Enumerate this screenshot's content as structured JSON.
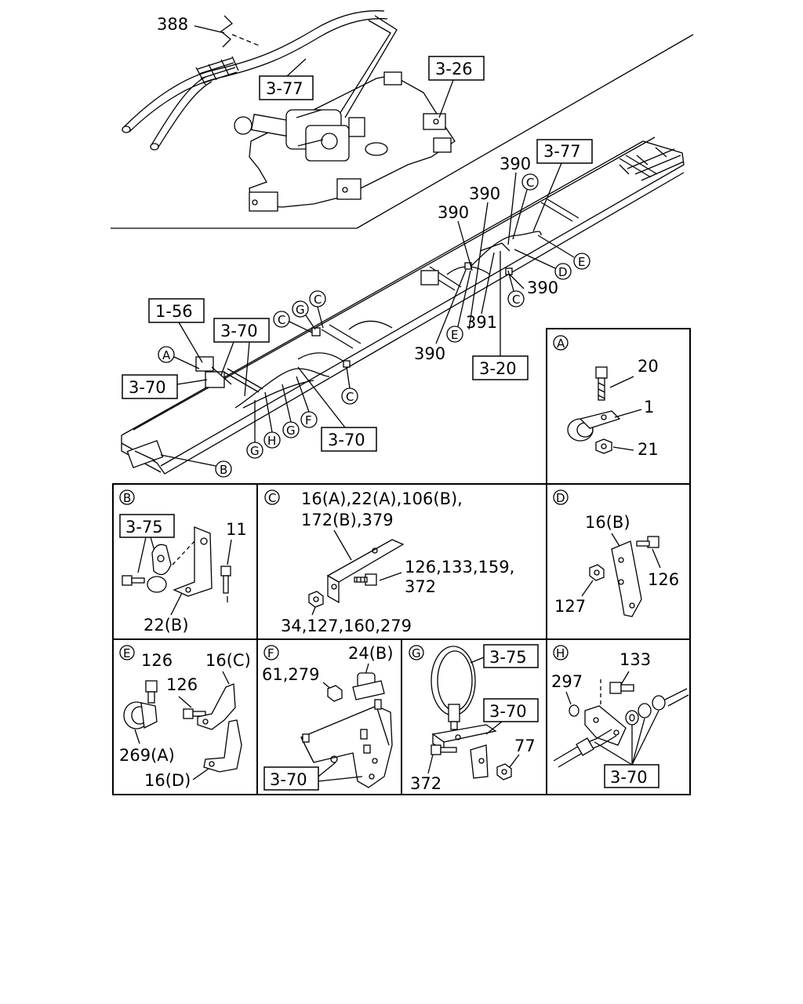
{
  "callouts": {
    "c388": "388",
    "c390a": "390",
    "c390b": "390",
    "c390c": "390",
    "c390d": "390",
    "c390e": "390",
    "c391": "391",
    "c20": "20",
    "c1": "1",
    "c21": "21",
    "c11": "11",
    "c22b": "22(B)",
    "c_c_top1": "16(A),22(A),106(B),",
    "c_c_top2": "172(B),379",
    "c_c_mid1": "126,133,159,",
    "c_c_mid2": "372",
    "c_c_bot": "34,127,160,279",
    "c16b": "16(B)",
    "c126d": "126",
    "c127d": "127",
    "c126e1": "126",
    "c126e2": "126",
    "c16c": "16(C)",
    "c269a": "269(A)",
    "c16d": "16(D)",
    "c61": "61,279",
    "c24b": "24(B)",
    "c77": "77",
    "c372g": "372",
    "c133": "133",
    "c297": "297"
  },
  "refs": {
    "r377a": "3-77",
    "r326": "3-26",
    "r377b": "3-77",
    "r156": "1-56",
    "r370a": "3-70",
    "r370b": "3-70",
    "r370c": "3-70",
    "r320": "3-20",
    "r375b": "3-75",
    "r370f": "3-70",
    "r375g": "3-75",
    "r370g": "3-70",
    "r370h": "3-70"
  },
  "markers": {
    "A": "A",
    "B": "B",
    "C": "C",
    "D": "D",
    "E": "E",
    "F": "F",
    "G": "G",
    "H": "H"
  }
}
